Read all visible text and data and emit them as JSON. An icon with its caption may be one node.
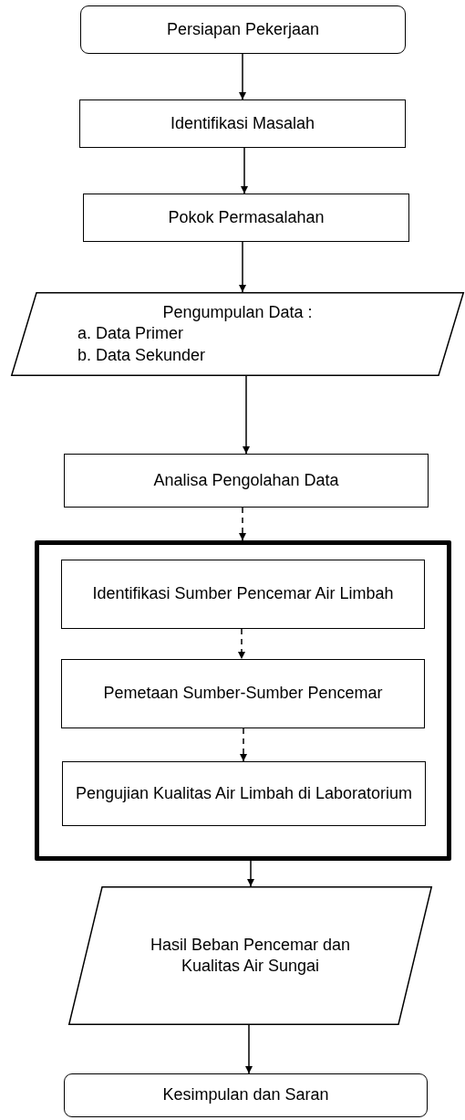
{
  "diagram": {
    "nodes": [
      {
        "text": [
          "Persiapan Pekerjaan"
        ]
      },
      {
        "text": [
          "Identifikasi Masalah"
        ]
      },
      {
        "text": [
          "Pokok Permasalahan"
        ]
      },
      {
        "text": [
          "Pengumpulan Data :",
          "a. Data Primer",
          "b. Data Sekunder"
        ]
      },
      {
        "text": [
          "Analisa Pengolahan Data"
        ]
      },
      {
        "text": [],
        "shape": "box"
      },
      {
        "text": [
          "Identifikasi Sumber Pencemar Air Limbah"
        ],
        "in": 5
      },
      {
        "text": [
          "Pemetaan Sumber-Sumber Pencemar"
        ],
        "in": 5
      },
      {
        "text": [
          "Pengujian Kualitas Air Limbah di Laboratorium"
        ],
        "in": 5
      },
      {
        "text": [
          "Hasil Beban Pencemar dan Kualitas Air Sungai"
        ]
      },
      {
        "text": [
          "Kesimpulan dan Saran"
        ]
      }
    ],
    "edges": [
      {
        "from": 0,
        "to": 1,
        "arrow": "to"
      },
      {
        "from": 1,
        "to": 2,
        "arrow": "to"
      },
      {
        "from": 2,
        "to": 3,
        "arrow": "to"
      },
      {
        "from": 3,
        "to": 4,
        "arrow": "to"
      },
      {
        "from": 4,
        "to": 5,
        "arrow": "to",
        "style": "dashed"
      },
      {
        "from": 6,
        "to": 7,
        "arrow": "to",
        "style": "dashed"
      },
      {
        "from": 7,
        "to": 8,
        "arrow": "to",
        "style": "dashed"
      },
      {
        "from": 5,
        "to": 9,
        "arrow": "to"
      },
      {
        "from": 9,
        "to": 10,
        "arrow": "to"
      }
    ]
  }
}
